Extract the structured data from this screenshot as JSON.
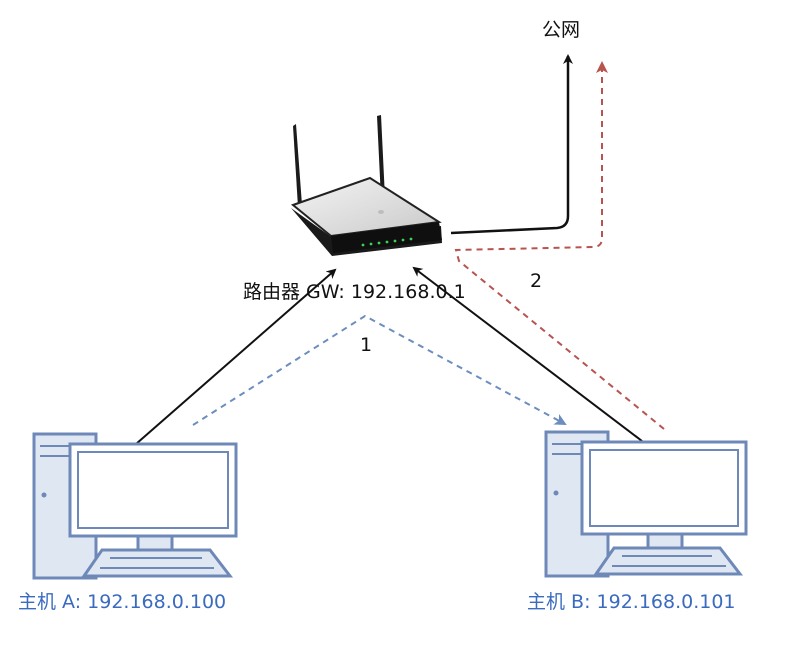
{
  "labels": {
    "internet": "公网",
    "router": "路由器 GW: 192.168.0.1",
    "host_a": "主机 A: 192.168.0.100",
    "host_b": "主机 B: 192.168.0.101",
    "step_1": "1",
    "step_2": "2"
  },
  "colors": {
    "host_label": "#3a6bbf",
    "computer_stroke": "#6e88b8",
    "computer_fill": "#dfe7f3",
    "flow_1": "#6c8ebf",
    "flow_2": "#b85450",
    "link": "#111111"
  },
  "icons": {
    "router": "wireless-router-icon",
    "host_a": "desktop-computer-icon",
    "host_b": "desktop-computer-icon"
  }
}
